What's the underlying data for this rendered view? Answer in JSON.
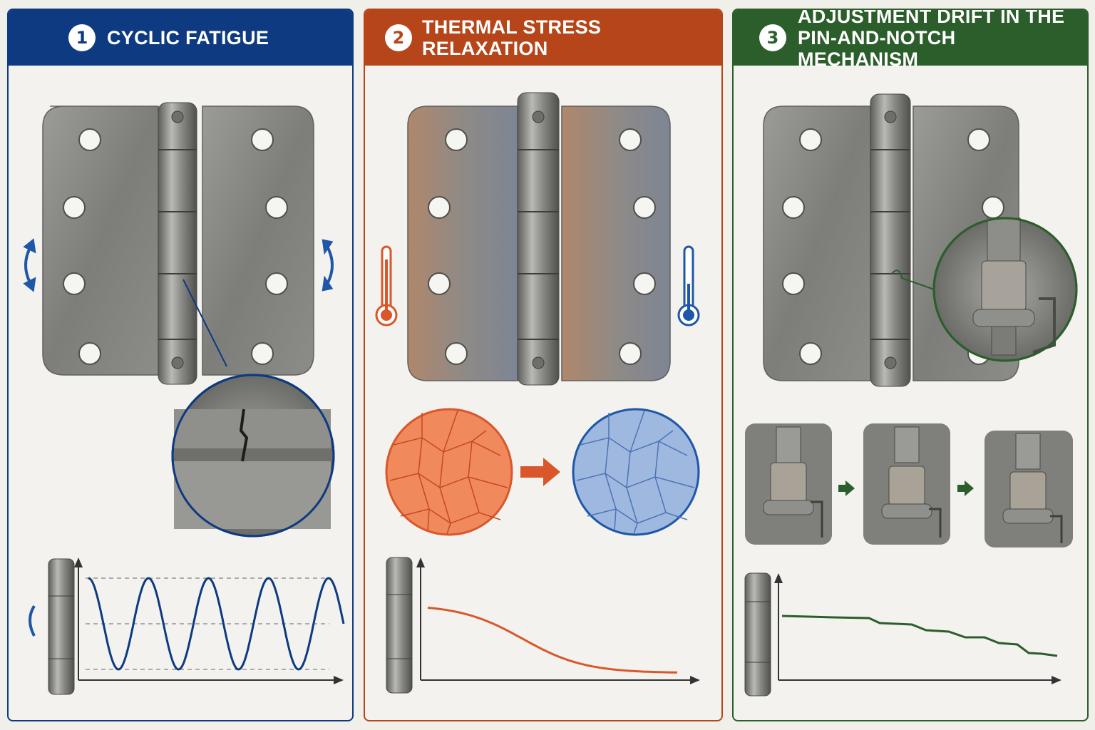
{
  "panels": [
    {
      "number": "1",
      "title": "CYCLIC FATIGUE",
      "accent": "#0d3a80"
    },
    {
      "number": "2",
      "title": "THERMAL STRESS RELAXATION",
      "accent": "#b6461a",
      "hot": "#d9572a",
      "cold": "#1f57a8"
    },
    {
      "number": "3",
      "title_line1": "ADJUSTMENT DRIFT IN THE",
      "title_line2": "PIN-AND-NOTCH MECHANISM",
      "accent": "#2b5e2b"
    }
  ]
}
